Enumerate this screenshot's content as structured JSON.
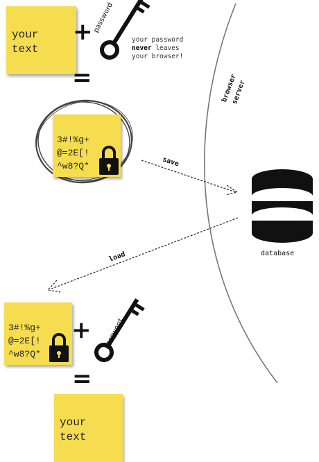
{
  "top": {
    "note_text": "your\ntext",
    "plus": "+",
    "key_label": "password",
    "caption_line1": "your password",
    "caption_never": "never",
    "caption_leaves": " leaves",
    "caption_line3": "your browser!",
    "equals": "="
  },
  "encrypted": {
    "cipher": "3#!%g+\n@=2E[!\n^w8?Q*"
  },
  "boundary": {
    "browser_label": "browser",
    "server_label": "server"
  },
  "arrows": {
    "save_label": "save",
    "load_label": "load"
  },
  "database": {
    "label": "database",
    "icon": "database-icon"
  },
  "bottom": {
    "cipher": "3#!%g+\n@=2E[!\n^w8?Q*",
    "plus": "+",
    "key_label": "password",
    "equals": "=",
    "note_text": "your\ntext"
  },
  "colors": {
    "sticky_note": "#f5dd4f",
    "ink": "#111111"
  }
}
